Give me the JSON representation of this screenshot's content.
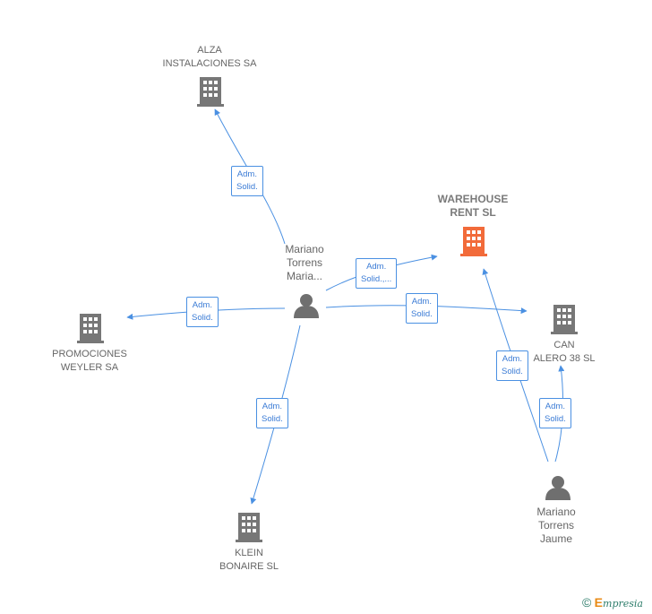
{
  "nodes": {
    "alza": {
      "line1": "ALZA",
      "line2": "INSTALACIONES SA"
    },
    "warehouse": {
      "line1": "WAREHOUSE",
      "line2": "RENT  SL"
    },
    "mariano_maria": {
      "line1": "Mariano",
      "line2": "Torrens",
      "line3": "Maria..."
    },
    "promociones": {
      "line1": "PROMOCIONES",
      "line2": "WEYLER SA"
    },
    "can": {
      "line1": "CAN",
      "line2": "ALERO 38  SL"
    },
    "klein": {
      "line1": "KLEIN",
      "line2": "BONAIRE  SL"
    },
    "mariano_jaume": {
      "line1": "Mariano",
      "line2": "Torrens",
      "line3": "Jaume"
    }
  },
  "edges": {
    "e_alza": {
      "line1": "Adm.",
      "line2": "Solid."
    },
    "e_warehouse": {
      "line1": "Adm.",
      "line2": "Solid.,..."
    },
    "e_can": {
      "line1": "Adm.",
      "line2": "Solid."
    },
    "e_promociones": {
      "line1": "Adm.",
      "line2": "Solid."
    },
    "e_klein": {
      "line1": "Adm.",
      "line2": "Solid."
    },
    "e_jaume_warehouse": {
      "line1": "Adm.",
      "line2": "Solid."
    },
    "e_jaume_can": {
      "line1": "Adm.",
      "line2": "Solid."
    }
  },
  "colors": {
    "edge": "#4a90e2",
    "company": "#777777",
    "main_company": "#f26b3a",
    "person": "#6f6f6f"
  },
  "icons": {
    "company": "building-icon",
    "person": "person-icon"
  },
  "footer": {
    "copyright": "©",
    "brand_initial": "E",
    "brand_rest": "mpresia"
  }
}
